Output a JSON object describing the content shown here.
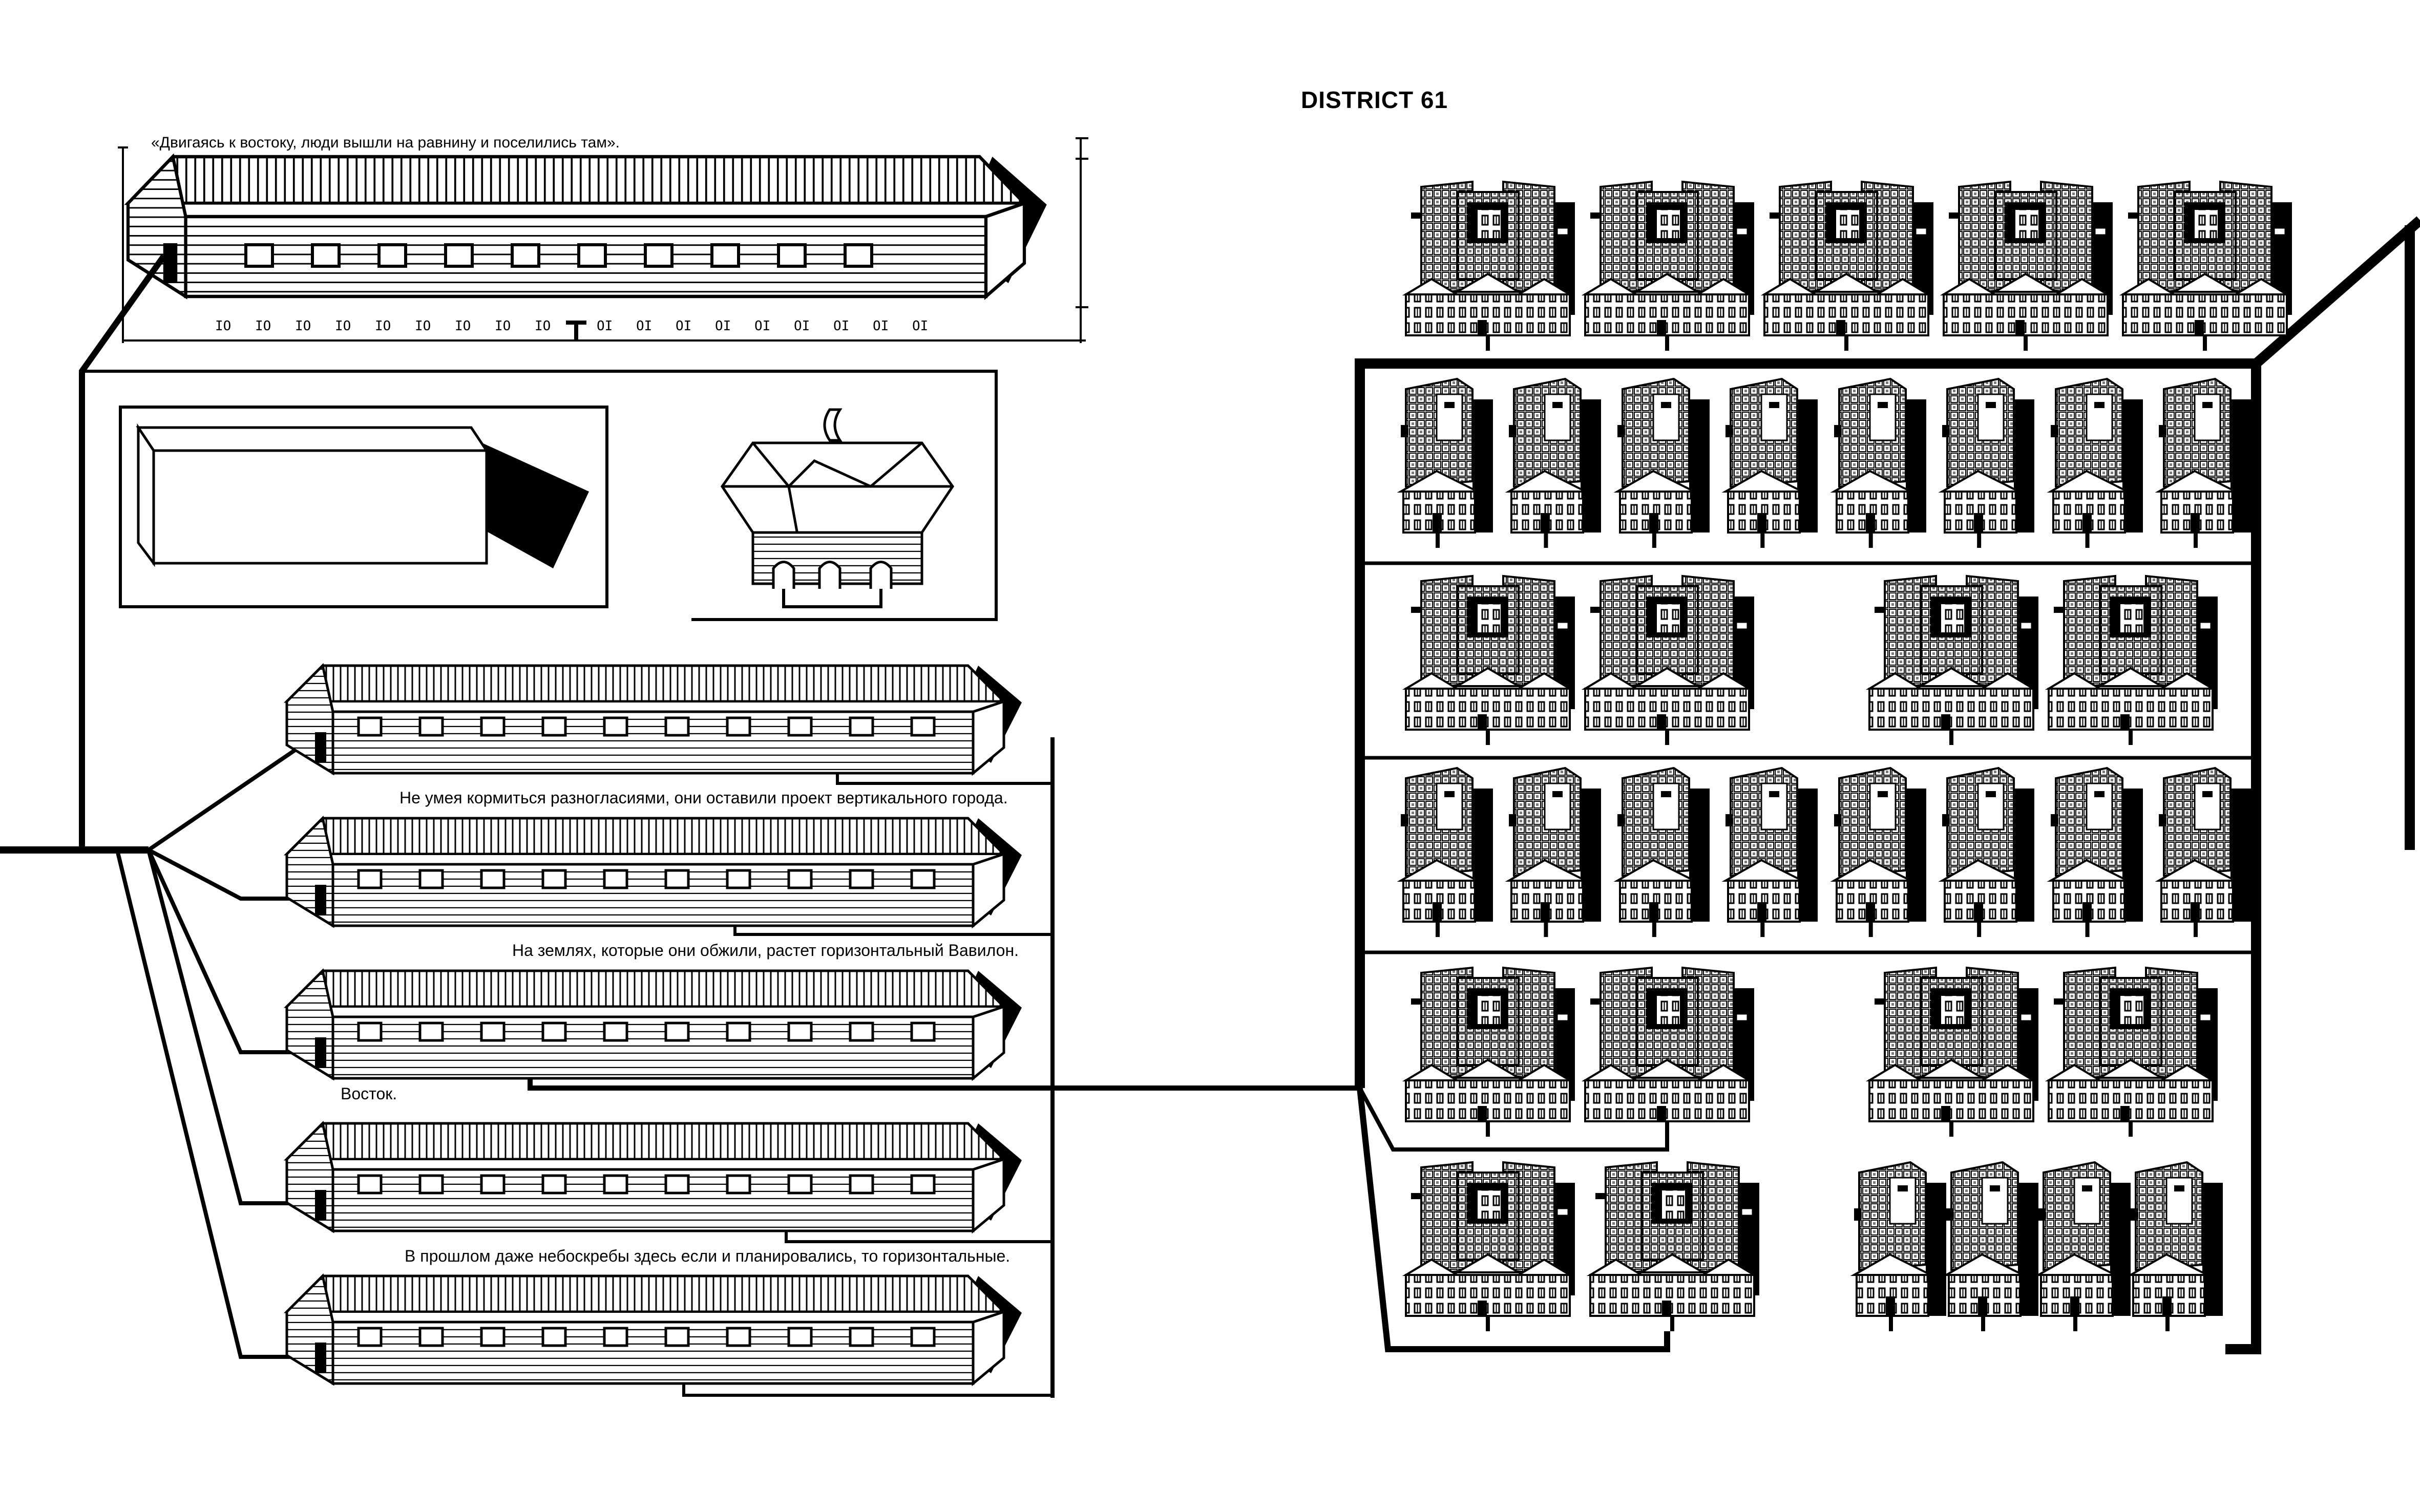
{
  "title": "DISTRICT 61",
  "quote": "«Двигаясь к востоку, люди вышли на равнину и поселились там».",
  "captions": [
    "Не умея кормиться разногласиями, они оставили проект вертикального города.",
    "На землях, которые они обжили, растет горизонтальный Вавилон.",
    "Восток.",
    "В прошлом даже небоскребы здесь если и планировались, то горизонтальные."
  ],
  "ruler": {
    "left_marks": [
      "IO",
      "IO",
      "IO",
      "IO",
      "IO",
      "IO",
      "IO",
      "IO",
      "IO"
    ],
    "right_marks": [
      "OI",
      "OI",
      "OI",
      "OI",
      "OI",
      "OI",
      "OI",
      "OI",
      "OI"
    ]
  },
  "legend": {
    "icons": [
      "block-volume-icon",
      "pitched-house-icon"
    ]
  },
  "district_rows": [
    {
      "count": 5
    },
    {
      "count": 8
    },
    {
      "count": 4
    },
    {
      "count": 8
    },
    {
      "count": 4
    },
    {
      "count": 6
    }
  ],
  "colors": {
    "ink": "#000000",
    "paper": "#ffffff",
    "shade": "#7a7a7a"
  }
}
